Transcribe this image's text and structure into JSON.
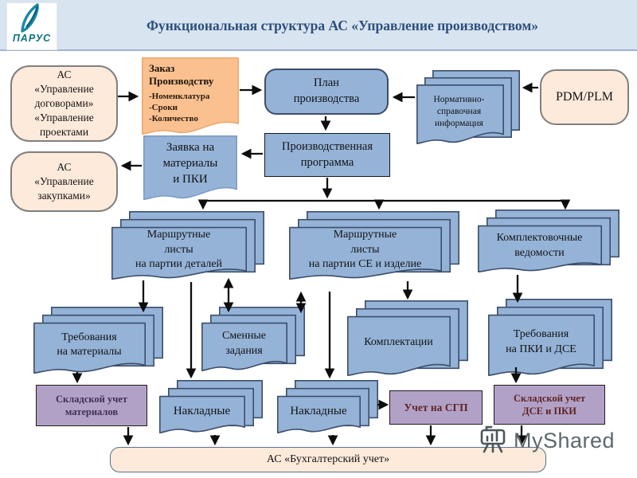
{
  "header": {
    "logo_text": "ПАРУС",
    "title": "Функциональная структура АС «Управление производством»"
  },
  "nodes": {
    "as_dogovory": {
      "label": "АС\n«Управление\nдоговорами»\n«Управление\nпроектами"
    },
    "zakaz": {
      "title": "Заказ\nПроизводству",
      "items": "-Номенклатура\n-Сроки\n-Количество"
    },
    "plan": {
      "label": "План\nпроизводства"
    },
    "nsi": {
      "label": "Нормативно-\nсправочная\nинформация"
    },
    "pdm": {
      "label": "PDM/PLM"
    },
    "as_zakupki": {
      "label": "АС\n«Управление\nзакупками»"
    },
    "zayavka": {
      "label": "Заявка на\nматериалы\nи ПКИ"
    },
    "prog": {
      "label": "Производственная\nпрограмма"
    },
    "ml_detali": {
      "label": "Маршрутные\nлисты\nна партии деталей"
    },
    "ml_se": {
      "label": "Маршрутные\nлисты\nна партии СЕ и изделие"
    },
    "kompl_ved": {
      "label": "Комплектовочные\nведомости"
    },
    "treb_mat": {
      "label": "Требования\nна материалы"
    },
    "smennye": {
      "label": "Сменные\nзадания"
    },
    "komplektacii": {
      "label": "Комплектации"
    },
    "treb_pki": {
      "label": "Требования\nна ПКИ и ДСЕ"
    },
    "sklad_mat": {
      "label": "Складской учет\nматериалов"
    },
    "nakladnye1": {
      "label": "Накладные"
    },
    "nakladnye2": {
      "label": "Накладные"
    },
    "uchet_sgp": {
      "label": "Учет на СГП"
    },
    "sklad_dse": {
      "label": "Складской учет\nДСЕ и ПКИ"
    },
    "buh": {
      "label": "АС «Бухгалтерский учет»"
    }
  },
  "watermark": {
    "text": "MyShared"
  },
  "colors": {
    "header_bg": "#d9e4f1",
    "title_ink": "#2c4f7c",
    "doc_blue": "#95b3d7",
    "doc_border": "#3c4e6b",
    "orange": "#fac090",
    "cream": "#fdeada",
    "purple": "#b2a1c7",
    "purple_ink": "#3f3151",
    "maroon_ink": "#5e2423"
  }
}
